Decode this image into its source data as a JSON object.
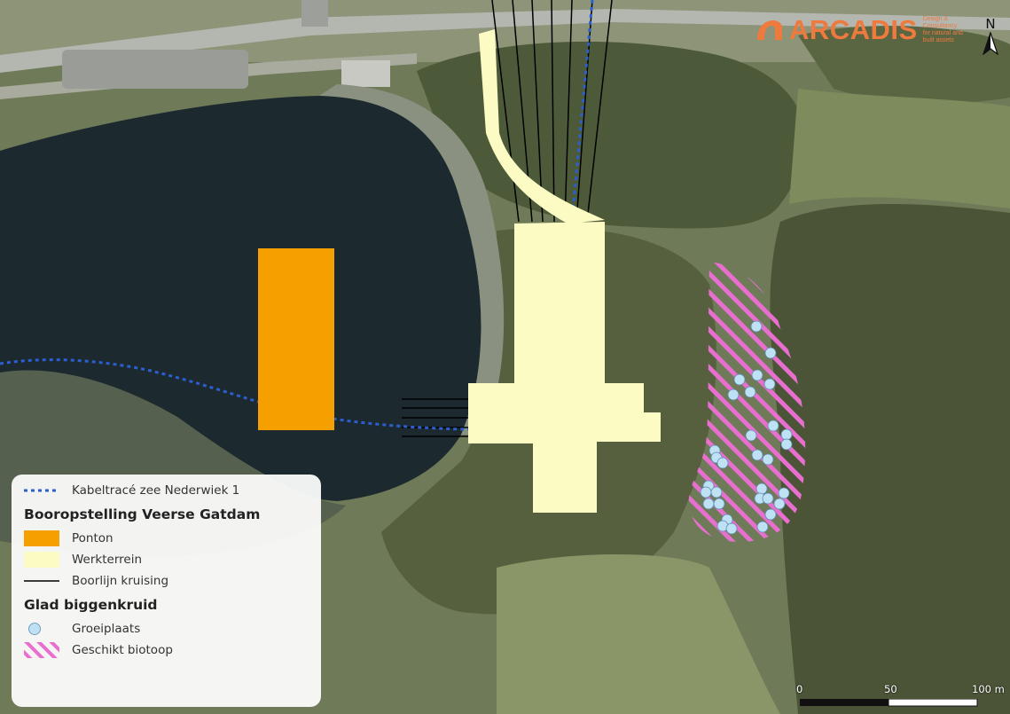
{
  "legend": {
    "cable_route": "Kabeltracé zee Nederwiek 1",
    "section1_title": "Booropstelling Veerse Gatdam",
    "ponton": "Ponton",
    "werkterrein": "Werkterrein",
    "boorlijn": "Boorlijn kruising",
    "section2_title": "Glad biggenkruid",
    "groeiplaats": "Groeiplaats",
    "biotoop": "Geschikt biotoop"
  },
  "brand": {
    "name": "ARCADIS",
    "tagline": "Design & Consultancy for natural and built assets"
  },
  "north_label": "N",
  "scale": {
    "labels": [
      "0",
      "50",
      "100 m"
    ]
  },
  "colors": {
    "ponton": "#f5a000",
    "werkterrein": "#fdfbc4",
    "biotoop": "#e86fd0",
    "groeiplaats": "#bfe1f4",
    "cable": "#2b5fd0",
    "water": "#1c2a2f",
    "brand": "#ee7a3e"
  }
}
